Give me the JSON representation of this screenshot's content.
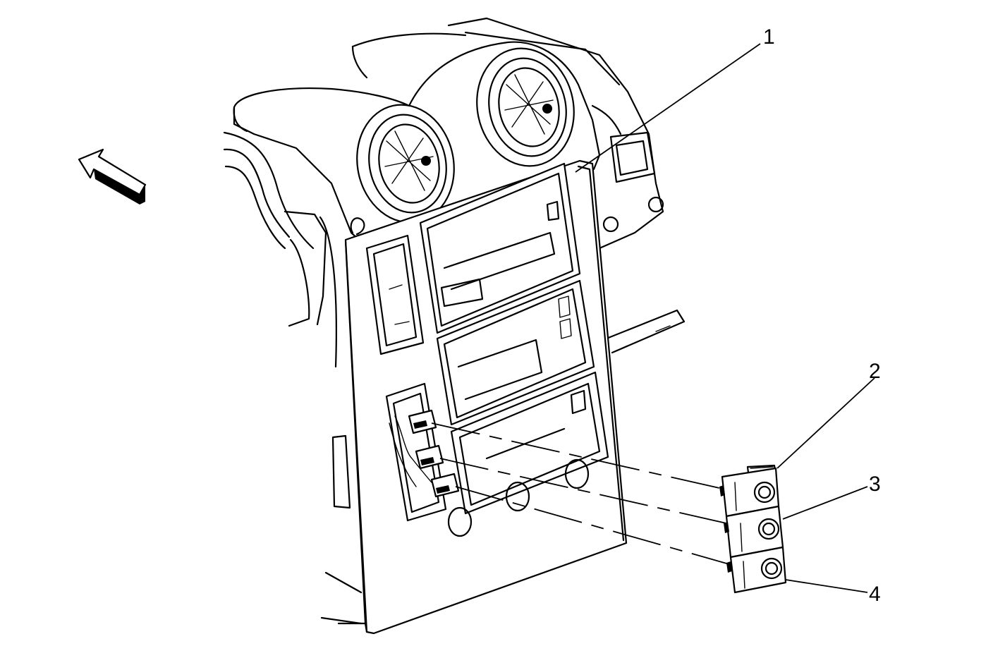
{
  "callouts": [
    {
      "id": "1",
      "label": "1"
    },
    {
      "id": "2",
      "label": "2"
    },
    {
      "id": "3",
      "label": "3"
    },
    {
      "id": "4",
      "label": "4"
    }
  ],
  "icons": {
    "direction": "forward-arrow-icon"
  },
  "colors": {
    "line": "#000000",
    "background": "#ffffff"
  }
}
